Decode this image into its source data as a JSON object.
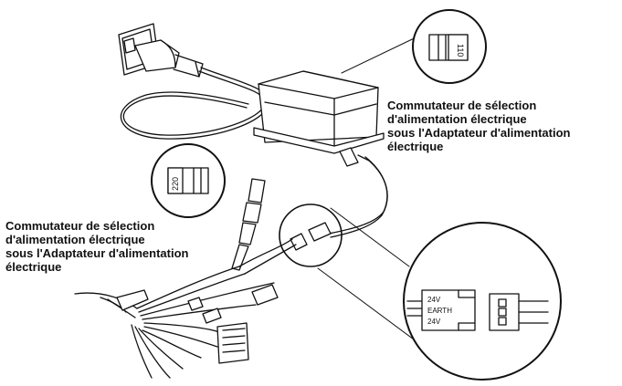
{
  "callouts": {
    "right": {
      "line1": "Commutateur de sélection",
      "line2": "d'alimentation électrique",
      "line3": "sous l'Adaptateur d'alimentation",
      "line4": "électrique"
    },
    "left": {
      "line1": "Commutateur de sélection",
      "line2": "d'alimentation électrique",
      "line3": "sous l'Adaptateur d'alimentation",
      "line4": "électrique"
    }
  },
  "switch_labels": {
    "voltage_110": "110",
    "voltage_220": "220"
  },
  "connector_labels": {
    "pin1": "24V",
    "pin2": "EARTH",
    "pin3": "24V"
  },
  "colors": {
    "line": "#111111",
    "fill": "#ffffff"
  }
}
